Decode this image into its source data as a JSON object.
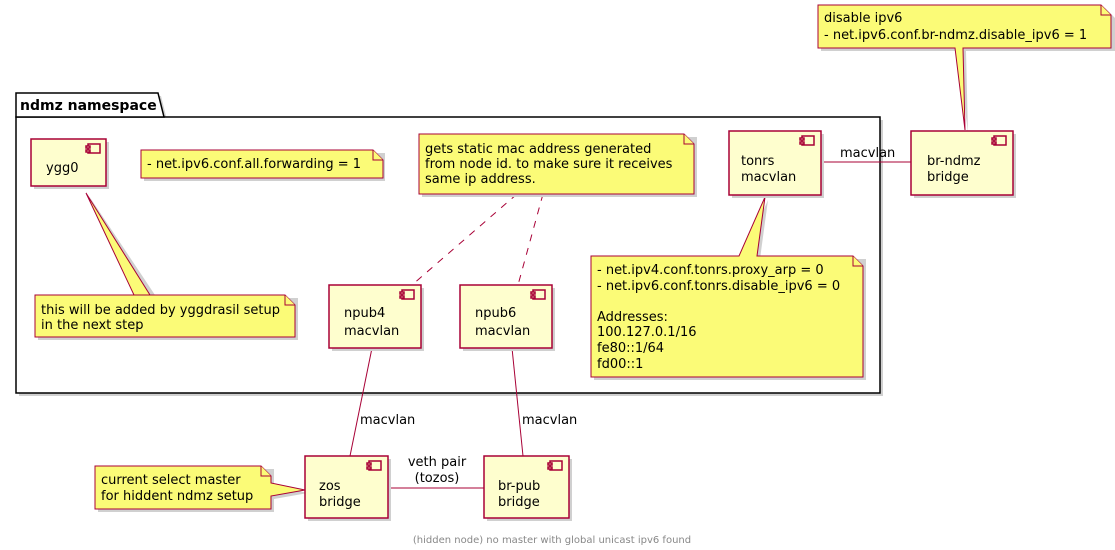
{
  "namespace": {
    "title": "ndmz namespace"
  },
  "components": {
    "ygg0": [
      "ygg0"
    ],
    "tonrs": [
      "tonrs",
      "macvlan"
    ],
    "npub4": [
      "npub4",
      "macvlan"
    ],
    "npub6": [
      "npub6",
      "macvlan"
    ],
    "br_ndmz": [
      "br-ndmz",
      "bridge"
    ],
    "zos": [
      "zos",
      "bridge"
    ],
    "br_pub": [
      "br-pub",
      "bridge"
    ]
  },
  "notes": {
    "disable_ipv6": [
      "disable ipv6",
      "- net.ipv6.conf.br-ndmz.disable_ipv6 = 1"
    ],
    "forwarding": [
      "- net.ipv6.conf.all.forwarding = 1"
    ],
    "static_mac": [
      "gets static mac address generated",
      "from node id. to make sure it receives",
      "same ip address."
    ],
    "yggdrasil": [
      "this will be added by yggdrasil setup",
      "in the next step"
    ],
    "tonrs_conf": [
      "- net.ipv4.conf.tonrs.proxy_arp = 0",
      "- net.ipv6.conf.tonrs.disable_ipv6 = 0",
      "",
      "Addresses:",
      "100.127.0.1/16",
      "fe80::1/64",
      "fd00::1"
    ],
    "master": [
      "current select master",
      "for hiddent ndmz setup"
    ]
  },
  "edges": {
    "tonrs_brndmz": "macvlan",
    "npub4_zos": "macvlan",
    "npub6_brpub": "macvlan",
    "zos_brpub": [
      "veth pair",
      "(tozos)"
    ]
  },
  "caption": "(hidden node) no master with global unicast ipv6 found"
}
